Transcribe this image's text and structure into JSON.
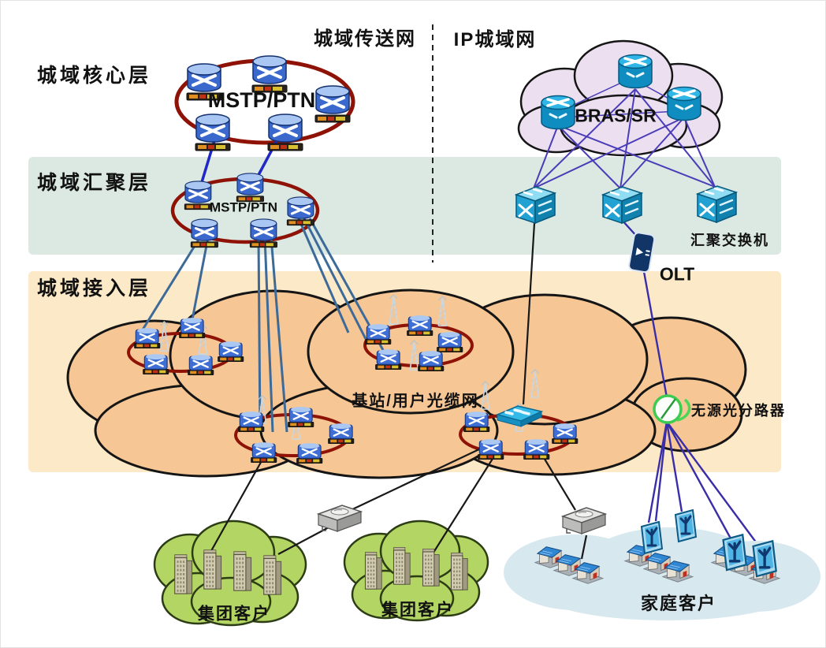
{
  "diagram": {
    "type": "network-architecture",
    "titles": {
      "left": "城域传送网",
      "right": "IP城域网"
    },
    "layers": [
      {
        "id": "core",
        "label": "城域核心层"
      },
      {
        "id": "aggregation",
        "label": "城域汇聚层"
      },
      {
        "id": "access",
        "label": "城域接入层"
      }
    ],
    "nodes": {
      "core_ring_label": "MSTP/PTN",
      "agg_ring_label": "MSTP/PTN",
      "bras_label": "BRAS/SR",
      "agg_switch_label": "汇聚交换机",
      "olt_label": "OLT",
      "access_net_label": "基站/用户光缆网",
      "splitter_label": "无源光分路器",
      "corp_label_1": "集团客户",
      "corp_label_2": "集团客户",
      "home_label": "家庭客户"
    },
    "counts": {
      "core_ring_routers": 5,
      "aggregation_ring_routers": 5,
      "bras_routers": 3,
      "aggregation_switches": 3,
      "access_rings": 4,
      "onu_units": 4,
      "corporate_clouds": 2,
      "access_lan_switches": 2
    },
    "icons": [
      "mstp-router-icon",
      "bras-router-icon",
      "aggregation-switch-icon",
      "olt-icon",
      "base-station-icon",
      "antenna-mast-icon",
      "optical-splitter-icon",
      "onu-icon",
      "lan-switch-icon",
      "flat-switch-icon",
      "building-icon",
      "house-icon"
    ],
    "colors": {
      "aggregation_band": "#dbe9e2",
      "access_band": "#fce9c8",
      "ring_red": "#8e1206",
      "access_cloud": "#f6c795",
      "ip_cloud": "#ece0f0",
      "corporate_cloud": "#b3d564",
      "home_cloud": "#d7e8ef",
      "core_link_blue": "#2028c8",
      "ip_link_purple": "#4a3cb8",
      "fiber_link_steel": "#3d6a98",
      "drop_link_black": "#181818",
      "router_blue": "#3a68cc",
      "switch_cyan": "#1fa0d0",
      "splitter_green": "#3ecc50"
    }
  }
}
